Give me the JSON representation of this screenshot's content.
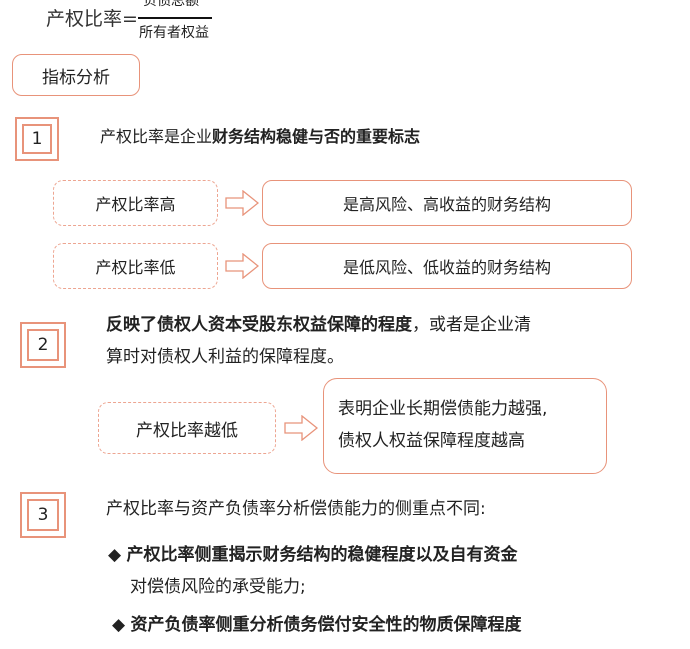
{
  "formula": {
    "lhs": "产权比率=",
    "numerator": "负债总额",
    "denominator": "所有者权益"
  },
  "section_label": "指标分析",
  "items": [
    {
      "number": "1",
      "text_normal": "产权比率是企业",
      "text_bold": "财务结构稳健与否的重要标志",
      "rows": [
        {
          "left": "产权比率高",
          "right": "是高风险、高收益的财务结构"
        },
        {
          "left": "产权比率低",
          "right": "是低风险、低收益的财务结构"
        }
      ]
    },
    {
      "number": "2",
      "text_bold": "反映了债权人资本受股东权益保障的程度",
      "text_normal": "，或者是企业清",
      "text_line2": "算时对债权人利益的保障程度。",
      "left": "产权比率越低",
      "right_line1": "表明企业长期偿债能力越强,",
      "right_line2": "债权人权益保障程度越高"
    },
    {
      "number": "3",
      "text": "产权比率与资产负债率分析偿债能力的侧重点不同:",
      "bullets": [
        {
          "line1": "产权比率侧重揭示财务结构的稳健程度以及自有资金",
          "line2": "对偿债风险的承受能力;"
        },
        {
          "line1": "资产负债率侧重分析债务偿付安全性的物质保障程度"
        }
      ]
    }
  ]
}
